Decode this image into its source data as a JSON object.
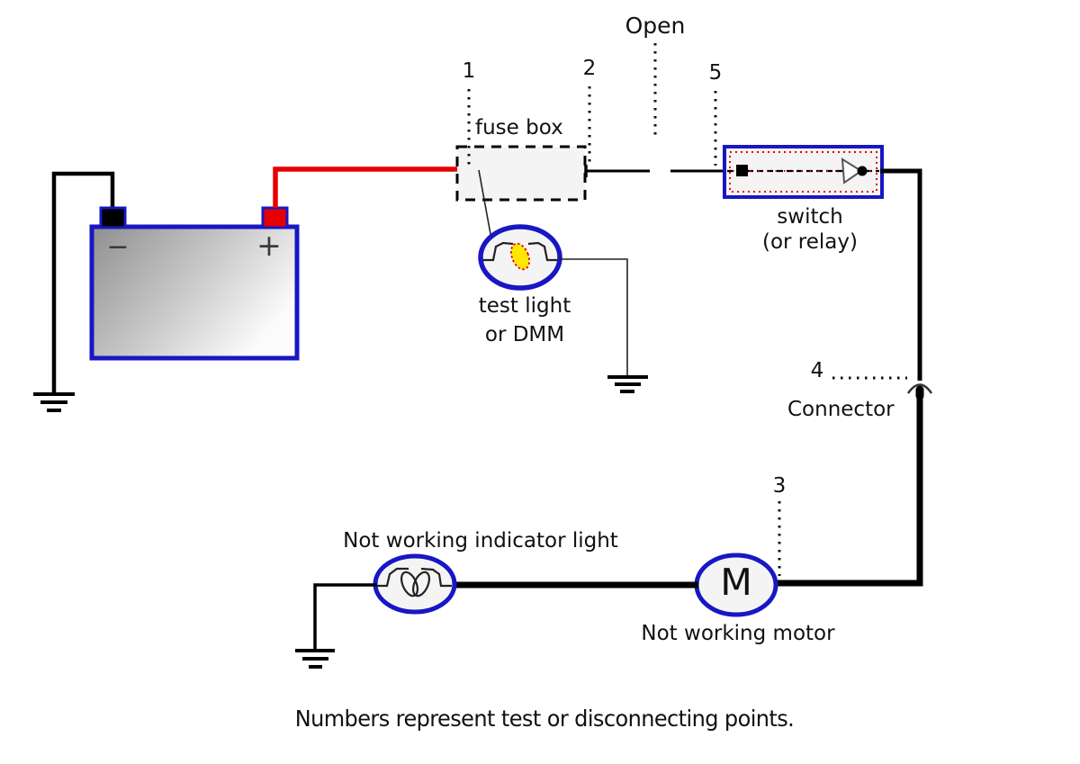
{
  "diagram": {
    "labels": {
      "open": "Open",
      "fuse_box": "fuse box",
      "test_light_line1": "test light",
      "test_light_line2": "or DMM",
      "switch_line1": "switch",
      "switch_line2": "(or relay)",
      "connector": "Connector",
      "indicator_light": "Not working indicator light",
      "motor": "Not working motor",
      "motor_symbol": "M",
      "battery_negative": "−",
      "battery_positive": "+"
    },
    "test_points": [
      "1",
      "2",
      "3",
      "4",
      "5"
    ],
    "caption": "Numbers represent test or disconnecting points."
  },
  "colors": {
    "blue": "#1717c4",
    "red": "#e60000",
    "yellow": "#ffe800",
    "compfill": "#f4f4f4",
    "black": "#000000"
  }
}
